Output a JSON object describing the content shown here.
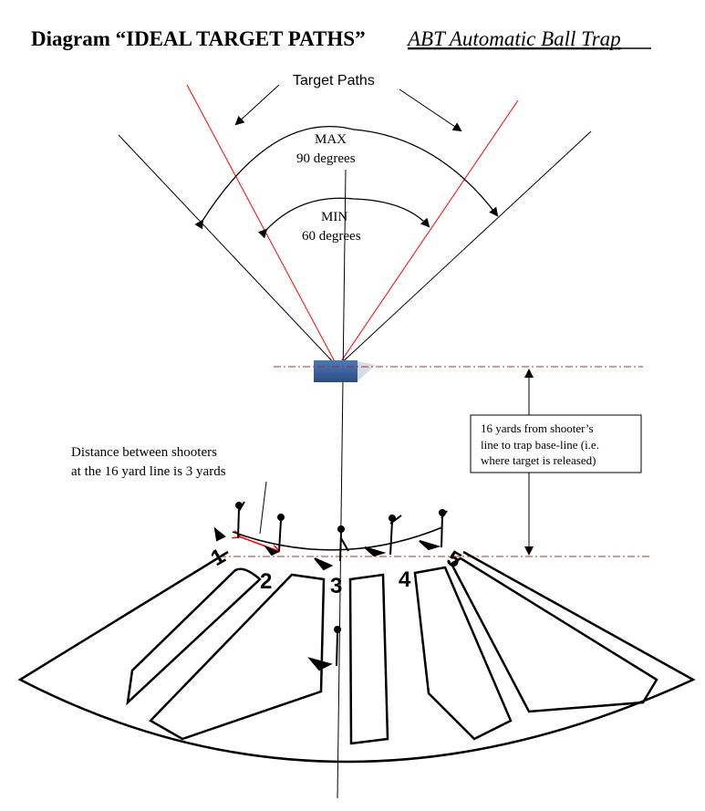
{
  "title": {
    "main": "Diagram “IDEAL TARGET PATHS”",
    "subtitle": "ABT Automatic Ball Trap"
  },
  "labels": {
    "target_paths": "Target Paths",
    "max": "MAX",
    "max_degrees": "90 degrees",
    "min": "MIN",
    "min_degrees": "60 degrees",
    "distance_line1": "Distance between shooters",
    "distance_line2": "at the 16 yard line is 3 yards",
    "yards_line1": "16 yards from shooter’s",
    "yards_line2": "line to trap base-line (i.e.",
    "yards_line3": "where target is released)"
  },
  "stations": [
    "1",
    "2",
    "3",
    "4",
    "5"
  ],
  "colors": {
    "red": "#ff0000",
    "trap": "#3a64a0",
    "dash": "#c0282a"
  }
}
